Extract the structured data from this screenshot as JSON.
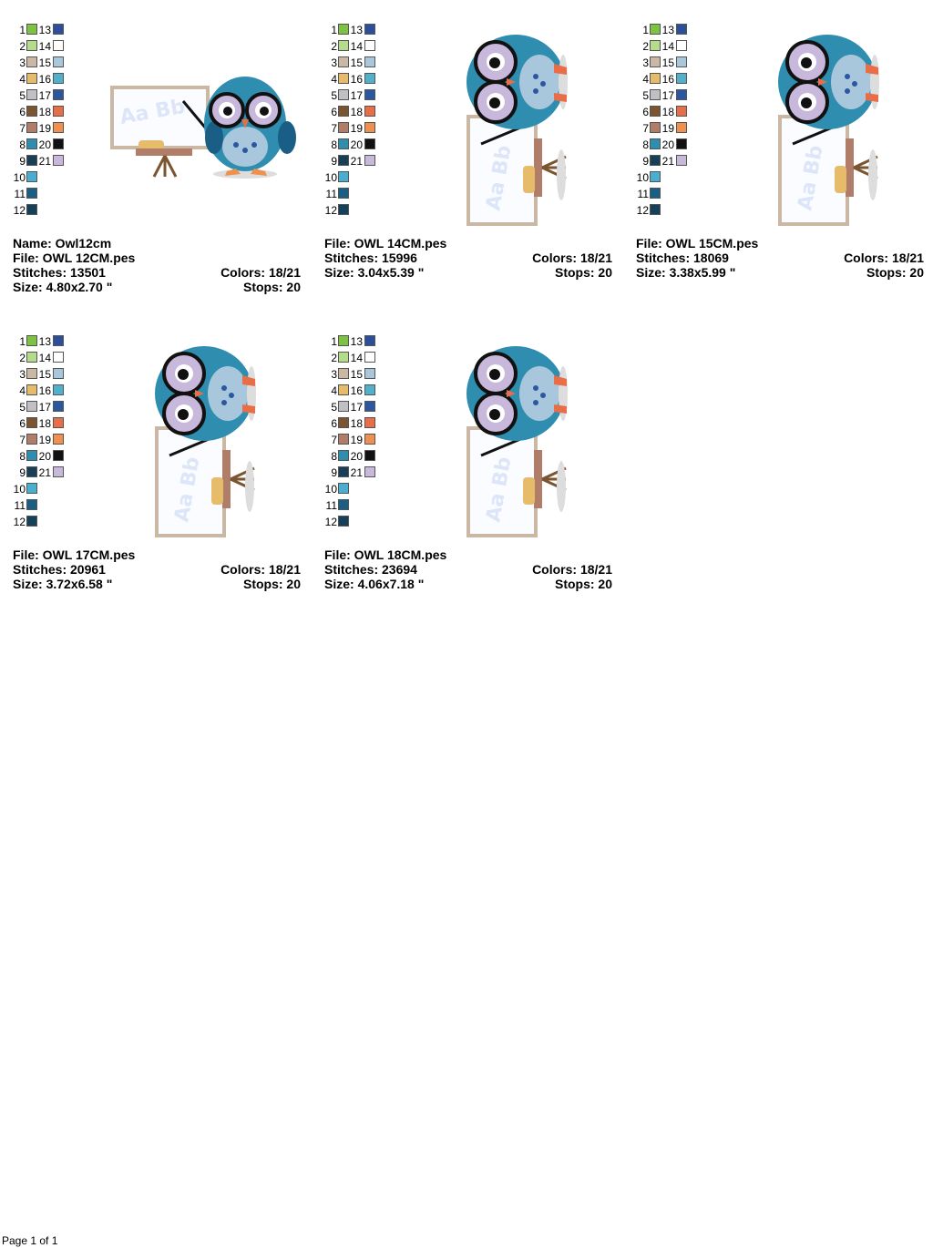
{
  "palette": {
    "left": [
      {
        "n": "1",
        "color": "#7dc242"
      },
      {
        "n": "2",
        "color": "#b5dc8a"
      },
      {
        "n": "3",
        "color": "#cbb8a4"
      },
      {
        "n": "4",
        "color": "#e6bb6a"
      },
      {
        "n": "5",
        "color": "#c0c0c4"
      },
      {
        "n": "6",
        "color": "#7a5530"
      },
      {
        "n": "7",
        "color": "#b07e68"
      },
      {
        "n": "8",
        "color": "#2f8db0"
      },
      {
        "n": "9",
        "color": "#183f55"
      },
      {
        "n": "10",
        "color": "#4aaed0"
      },
      {
        "n": "11",
        "color": "#1b5e85"
      },
      {
        "n": "12",
        "color": "#14405a"
      }
    ],
    "right": [
      {
        "n": "13",
        "color": "#2b4f9a"
      },
      {
        "n": "14",
        "color": "#ffffff"
      },
      {
        "n": "15",
        "color": "#a9c7dc"
      },
      {
        "n": "16",
        "color": "#4fb1cc"
      },
      {
        "n": "17",
        "color": "#2b56a0"
      },
      {
        "n": "18",
        "color": "#e96e48"
      },
      {
        "n": "19",
        "color": "#f0904e"
      },
      {
        "n": "20",
        "color": "#111111"
      },
      {
        "n": "21",
        "color": "#c8b8dc"
      }
    ]
  },
  "designs": [
    {
      "name_line": "Name: Owl12cm",
      "file": "File: OWL 12CM.pes",
      "stitches": "Stitches: 13501",
      "colors": "Colors: 18/21",
      "size": "Size: 4.80x2.70 \"",
      "stops": "Stops: 20",
      "art_text": "Aa Bb"
    },
    {
      "file": "File: OWL 14CM.pes",
      "stitches": "Stitches: 15996",
      "colors": "Colors: 18/21",
      "size": "Size: 3.04x5.39 \"",
      "stops": "Stops: 20",
      "art_text": "Aa Bb"
    },
    {
      "file": "File: OWL 15CM.pes",
      "stitches": "Stitches: 18069",
      "colors": "Colors: 18/21",
      "size": "Size: 3.38x5.99 \"",
      "stops": "Stops: 20",
      "art_text": "Aa Bb"
    },
    {
      "file": "File: OWL 17CM.pes",
      "stitches": "Stitches: 20961",
      "colors": "Colors: 18/21",
      "size": "Size: 3.72x6.58 \"",
      "stops": "Stops: 20",
      "art_text": "Aa Bb"
    },
    {
      "file": "File: OWL 18CM.pes",
      "stitches": "Stitches: 23694",
      "colors": "Colors: 18/21",
      "size": "Size: 4.06x7.18 \"",
      "stops": "Stops: 20",
      "art_text": "Aa Bb"
    }
  ],
  "footer": "Page 1 of 1"
}
